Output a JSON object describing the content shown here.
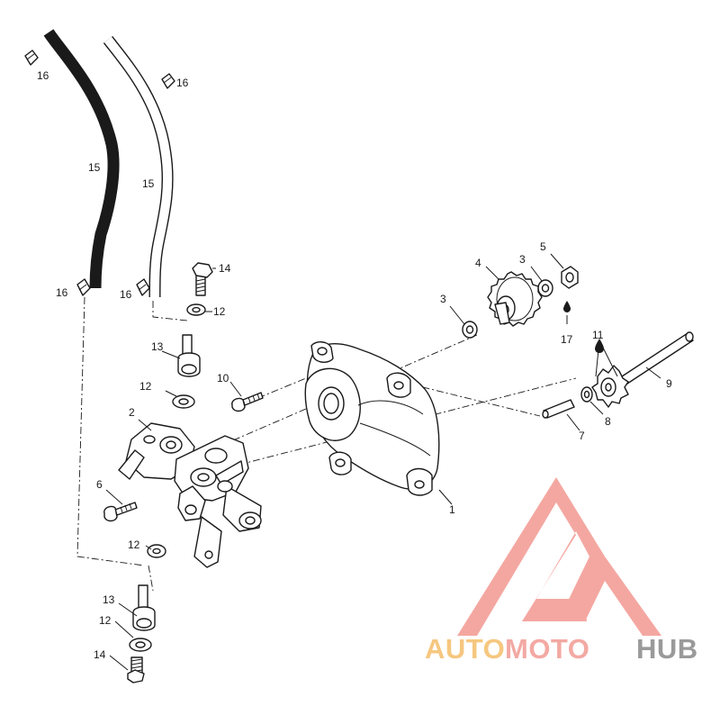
{
  "callouts": {
    "c1": "1",
    "c2": "2",
    "c3a": "3",
    "c3b": "3",
    "c4": "4",
    "c5": "5",
    "c6": "6",
    "c7": "7",
    "c8": "8",
    "c9": "9",
    "c10": "10",
    "c11": "11",
    "c12a": "12",
    "c12b": "12",
    "c12c": "12",
    "c12d": "12",
    "c13a": "13",
    "c13b": "13",
    "c14a": "14",
    "c14b": "14",
    "c15a": "15",
    "c15b": "15",
    "c16a": "16",
    "c16b": "16",
    "c16c": "16",
    "c16d": "16",
    "c17": "17"
  },
  "watermark": {
    "word_auto": "AUTO",
    "word_moto": "MOTO",
    "word_hub": "HUB",
    "colors": {
      "mark": "#f4a7a1",
      "auto": "#f6c77f",
      "moto": "#f3a9a3",
      "hub": "#9a9a9a"
    }
  }
}
